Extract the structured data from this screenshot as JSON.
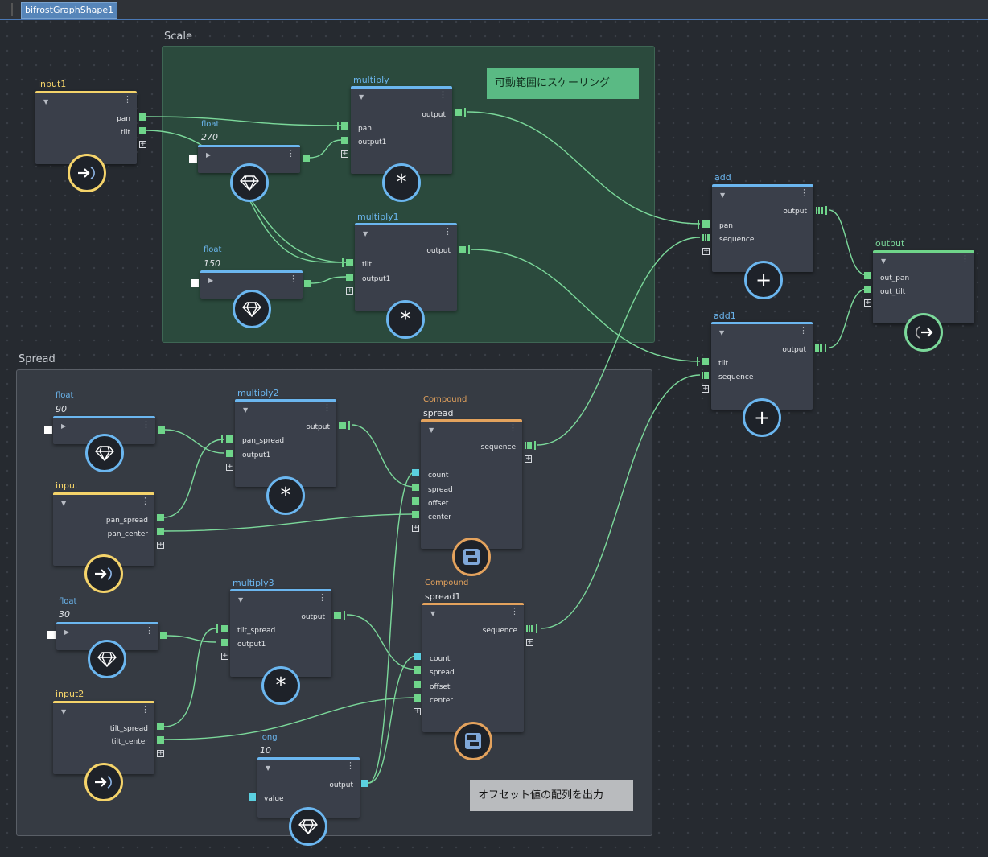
{
  "tab": {
    "label": "bifrostGraphShape1"
  },
  "backdrops": {
    "scale": {
      "title": "Scale",
      "color": "#2b4a3d"
    },
    "spread": {
      "title": "Spread",
      "color": "#363b43"
    }
  },
  "stickies": {
    "scale_note": {
      "text": "可動範囲にスケーリング",
      "color": "#5aba84"
    },
    "spread_note": {
      "text": "オフセット値の配列を出力",
      "color": "#b9bbbe"
    }
  },
  "colors": {
    "wire": "#7bd89a",
    "plug": "#6fd58a",
    "plug_cyan": "#5bd0e0",
    "blue_header": "#6bb6ef",
    "yellow_header": "#f4d36a",
    "orange_header": "#e3a25d",
    "green_header": "#6fd58a"
  },
  "nodes": {
    "input1": {
      "title": "input1",
      "ports": {
        "pan": "pan",
        "tilt": "tilt"
      },
      "icon": "arrow-in-icon"
    },
    "float270": {
      "type": "float",
      "value": "270",
      "icon": "diamond-icon"
    },
    "multiply": {
      "title": "multiply",
      "ports": {
        "output": "output",
        "pan": "pan",
        "output1": "output1"
      },
      "icon": "asterisk-icon"
    },
    "float150": {
      "type": "float",
      "value": "150",
      "icon": "diamond-icon"
    },
    "multiply1": {
      "title": "multiply1",
      "ports": {
        "output": "output",
        "tilt": "tilt",
        "output1": "output1"
      },
      "icon": "asterisk-icon"
    },
    "add": {
      "title": "add",
      "ports": {
        "output": "output",
        "pan": "pan",
        "sequence": "sequence"
      },
      "icon": "plus-icon"
    },
    "add1": {
      "title": "add1",
      "ports": {
        "output": "output",
        "tilt": "tilt",
        "sequence": "sequence"
      },
      "icon": "plus-icon"
    },
    "output": {
      "title": "output",
      "ports": {
        "out_pan": "out_pan",
        "out_tilt": "out_tilt"
      },
      "icon": "arrow-out-icon"
    },
    "float90": {
      "type": "float",
      "value": "90",
      "icon": "diamond-icon"
    },
    "multiply2": {
      "title": "multiply2",
      "ports": {
        "output": "output",
        "pan_spread": "pan_spread",
        "output1": "output1"
      },
      "icon": "asterisk-icon"
    },
    "input": {
      "title": "input",
      "ports": {
        "pan_spread": "pan_spread",
        "pan_center": "pan_center"
      },
      "icon": "arrow-in-icon"
    },
    "spread": {
      "category": "Compound",
      "title": "spread",
      "ports": {
        "sequence": "sequence",
        "count": "count",
        "spread": "spread",
        "offset": "offset",
        "center": "center"
      },
      "icon": "compound-icon"
    },
    "float30": {
      "type": "float",
      "value": "30",
      "icon": "diamond-icon"
    },
    "multiply3": {
      "title": "multiply3",
      "ports": {
        "output": "output",
        "tilt_spread": "tilt_spread",
        "output1": "output1"
      },
      "icon": "asterisk-icon"
    },
    "spread1": {
      "category": "Compound",
      "title": "spread1",
      "ports": {
        "sequence": "sequence",
        "count": "count",
        "spread": "spread",
        "offset": "offset",
        "center": "center"
      },
      "icon": "compound-icon"
    },
    "input2": {
      "title": "input2",
      "ports": {
        "tilt_spread": "tilt_spread",
        "tilt_center": "tilt_center"
      },
      "icon": "arrow-in-icon"
    },
    "long10": {
      "type": "long",
      "value": "10",
      "ports": {
        "output": "output",
        "value": "value"
      },
      "icon": "diamond-icon"
    }
  }
}
